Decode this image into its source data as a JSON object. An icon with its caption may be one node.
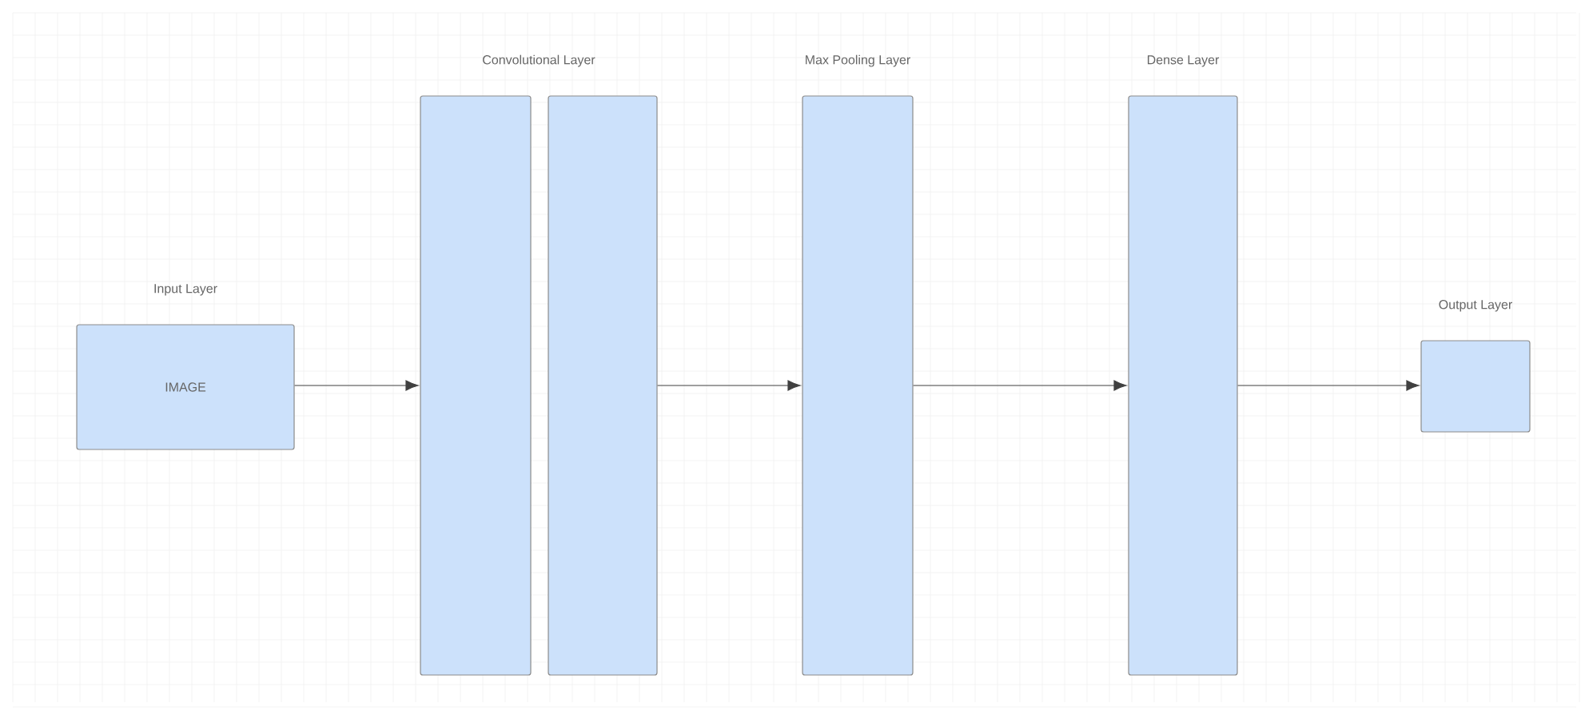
{
  "diagram": {
    "nodes": [
      {
        "text": [
          "Input Layer",
          "IMAGE"
        ]
      },
      {
        "text": [],
        "shape": "box"
      },
      {
        "text": [],
        "shape": "box"
      },
      {
        "text": [
          "Max Pooling Layer"
        ]
      },
      {
        "text": [
          "Dense Layer"
        ]
      },
      {
        "text": [
          "Output Layer"
        ]
      }
    ],
    "edges": [
      {
        "from": 0,
        "to": 1,
        "arrow": "to"
      },
      {
        "from": 2,
        "to": 3,
        "arrow": "to"
      },
      {
        "from": 3,
        "to": 4,
        "arrow": "to"
      },
      {
        "from": 4,
        "to": 5,
        "arrow": "to"
      }
    ],
    "labels": [
      "Convolutional Layer"
    ]
  }
}
